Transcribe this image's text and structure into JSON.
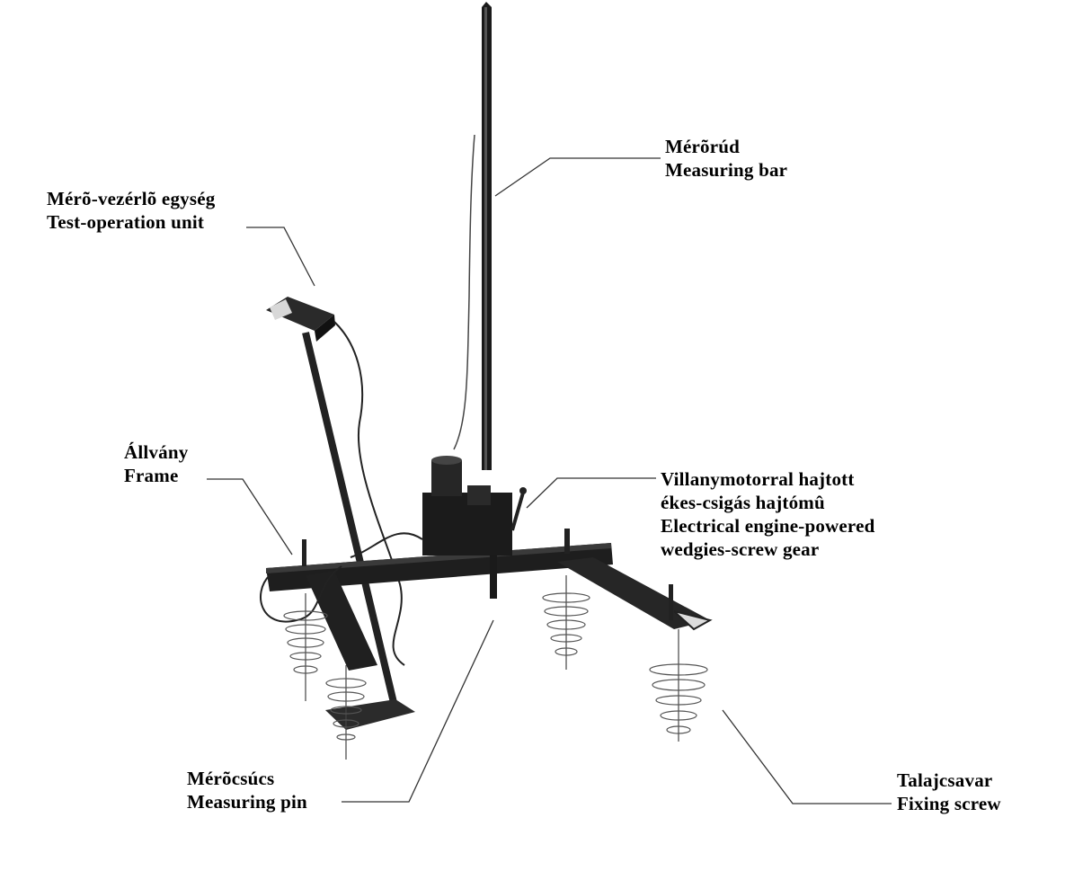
{
  "labels": {
    "measuring_bar": {
      "hu": "Mérõrúd",
      "en": "Measuring bar"
    },
    "test_operation_unit": {
      "hu": "Mérõ-vezérlõ egység",
      "en": "Test-operation unit"
    },
    "frame": {
      "hu": "Állvány",
      "en": "Frame"
    },
    "gear": {
      "hu_line1": "Villanymotorral hajtott",
      "hu_line2": "ékes-csigás hajtómû",
      "en_line1": "Electrical engine-powered",
      "en_line2": "wedgies-screw gear"
    },
    "measuring_pin": {
      "hu": "Mérõcsúcs",
      "en": "Measuring pin"
    },
    "fixing_screw": {
      "hu": "Talajcsavar",
      "en": "Fixing screw"
    }
  }
}
